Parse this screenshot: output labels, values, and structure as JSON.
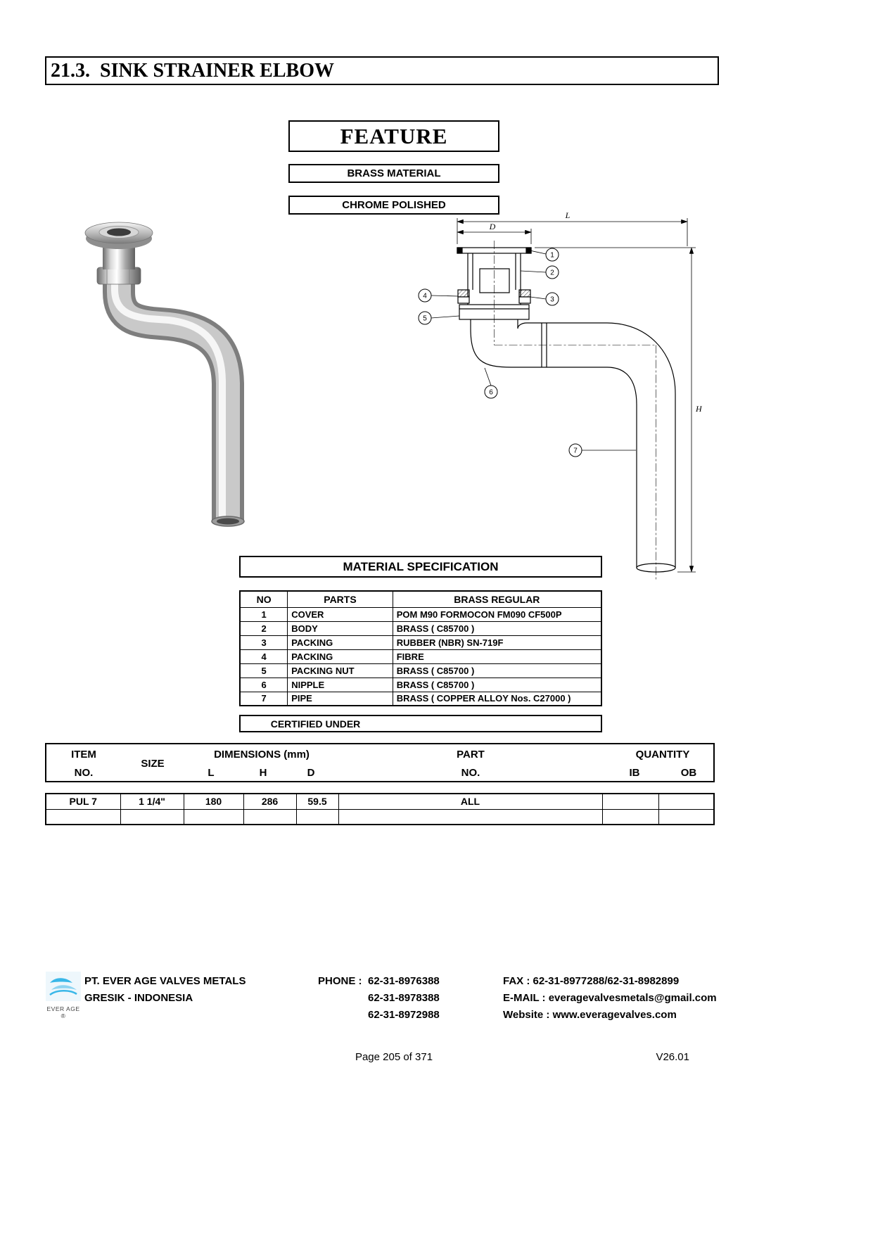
{
  "page": {
    "title": "21.3.  SINK STRAINER ELBOW",
    "page_number": "Page 205 of 371",
    "version": "V26.01"
  },
  "feature": {
    "heading": "FEATURE",
    "badge1": "BRASS MATERIAL",
    "badge2": "CHROME POLISHED"
  },
  "drawing": {
    "dim_l": "L",
    "dim_d": "D",
    "dim_h": "H",
    "callouts": [
      "1",
      "2",
      "3",
      "4",
      "5",
      "6",
      "7"
    ]
  },
  "material_spec": {
    "heading": "MATERIAL SPECIFICATION",
    "col_no": "NO",
    "col_parts": "PARTS",
    "col_material": "BRASS REGULAR",
    "rows": [
      {
        "no": "1",
        "part": "COVER",
        "material": "POM M90 FORMOCON FM090 CF500P"
      },
      {
        "no": "2",
        "part": "BODY",
        "material": "BRASS ( C85700 )"
      },
      {
        "no": "3",
        "part": "PACKING",
        "material": "RUBBER (NBR) SN-719F"
      },
      {
        "no": "4",
        "part": "PACKING",
        "material": "FIBRE"
      },
      {
        "no": "5",
        "part": "PACKING NUT",
        "material": "BRASS ( C85700 )"
      },
      {
        "no": "6",
        "part": "NIPPLE",
        "material": "BRASS ( C85700 )"
      },
      {
        "no": "7",
        "part": "PIPE",
        "material": "BRASS ( COPPER ALLOY Nos. C27000 )"
      }
    ],
    "certified_under": "CERTIFIED UNDER"
  },
  "size_table": {
    "item": "ITEM",
    "item_no": "NO.",
    "size": "SIZE",
    "dimensions": "DIMENSIONS (mm)",
    "l": "L",
    "h": "H",
    "d": "D",
    "part": "PART",
    "part_no": "NO.",
    "quantity": "QUANTITY",
    "ib": "IB",
    "ob": "OB",
    "row": {
      "item_no": "PUL 7",
      "size": "1 1/4\"",
      "l": "180",
      "h": "286",
      "d": "59.5",
      "part_no": "ALL",
      "ib": "",
      "ob": ""
    }
  },
  "footer": {
    "logo_text": "EVER AGE ®",
    "company": "PT. EVER AGE VALVES METALS",
    "city": "GRESIK - INDONESIA",
    "phone_label": "PHONE :",
    "phones": [
      "62-31-8976388",
      "62-31-8978388",
      "62-31-8972988"
    ],
    "fax_line": "FAX : 62-31-8977288/62-31-8982899",
    "email_line": "E-MAIL : everagevalvesmetals@gmail.com",
    "website_line": "Website : www.everagevalves.com"
  }
}
